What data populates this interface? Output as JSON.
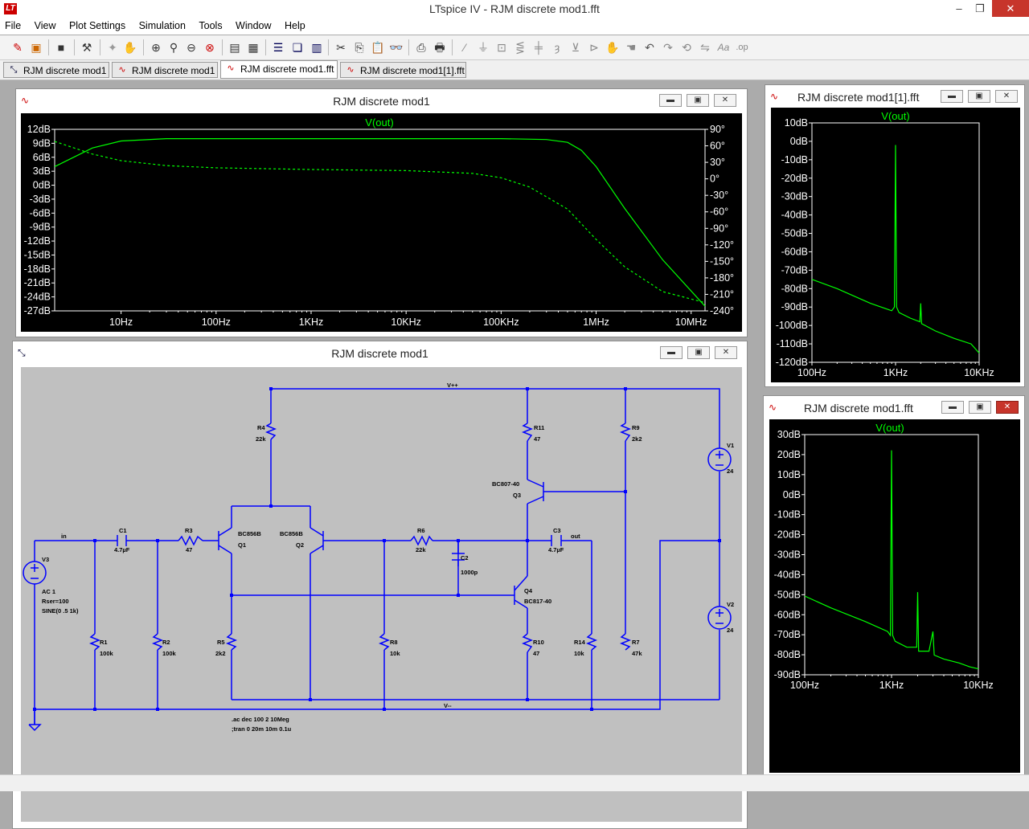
{
  "app": {
    "title": "LTspice IV - RJM discrete mod1.fft",
    "icon_text": "LT",
    "win_minimize": "–",
    "win_restore": "❐",
    "win_close": "✕"
  },
  "menu": [
    "File",
    "View",
    "Plot Settings",
    "Simulation",
    "Tools",
    "Window",
    "Help"
  ],
  "tabs": [
    {
      "label": "RJM discrete mod1",
      "icon": "schematic-icon"
    },
    {
      "label": "RJM discrete mod1",
      "icon": "waveform-icon"
    },
    {
      "label": "RJM discrete mod1.fft",
      "icon": "waveform-icon"
    },
    {
      "label": "RJM discrete mod1[1].fft",
      "icon": "waveform-icon"
    }
  ],
  "windows": {
    "ac_plot": {
      "title": "RJM discrete mod1",
      "trace": "V(out)",
      "chart_data": {
        "type": "line",
        "x_scale": "log",
        "x_ticks": [
          "10Hz",
          "100Hz",
          "1KHz",
          "10KHz",
          "100KHz",
          "1MHz",
          "10MHz"
        ],
        "y_ticks": [
          "12dB",
          "9dB",
          "6dB",
          "3dB",
          "0dB",
          "-3dB",
          "-6dB",
          "-9dB",
          "-12dB",
          "-15dB",
          "-18dB",
          "-21dB",
          "-24dB",
          "-27dB"
        ],
        "y2_ticks": [
          "90°",
          "60°",
          "30°",
          "0°",
          "-30°",
          "-60°",
          "-90°",
          "-120°",
          "-150°",
          "-180°",
          "-210°",
          "-240°"
        ],
        "ylim": [
          -27,
          12
        ],
        "y2lim": [
          -240,
          90
        ],
        "xlim_hz": [
          2,
          14000000
        ],
        "series": [
          {
            "name": "V(out)",
            "style": "solid",
            "color": "#00ff00",
            "x_hz": [
              2,
              5,
              10,
              30,
              100,
              1000,
              10000,
              100000,
              300000,
              500000,
              700000,
              1000000,
              2000000,
              5000000,
              14000000
            ],
            "y": [
              4,
              8,
              9.5,
              10,
              10,
              10,
              10,
              10,
              9.8,
              9.2,
              7.5,
              4,
              -5,
              -16,
              -26
            ]
          },
          {
            "name": "V(out) phase",
            "style": "dashed",
            "color": "#00ff00",
            "x_hz": [
              2,
              5,
              10,
              30,
              100,
              1000,
              10000,
              50000,
              100000,
              200000,
              500000,
              1000000,
              2000000,
              5000000,
              14000000
            ],
            "y": [
              68,
              45,
              33,
              24,
              20,
              17,
              15,
              10,
              2,
              -15,
              -55,
              -110,
              -160,
              -205,
              -225
            ]
          }
        ]
      }
    },
    "fft1": {
      "title": "RJM discrete mod1[1].fft",
      "trace": "V(out)",
      "chart_data": {
        "type": "line",
        "x_scale": "log",
        "x_ticks": [
          "100Hz",
          "1KHz",
          "10KHz"
        ],
        "y_ticks": [
          "10dB",
          "0dB",
          "-10dB",
          "-20dB",
          "-30dB",
          "-40dB",
          "-50dB",
          "-60dB",
          "-70dB",
          "-80dB",
          "-90dB",
          "-100dB",
          "-110dB",
          "-120dB"
        ],
        "ylim": [
          -120,
          10
        ],
        "xlim_hz": [
          100,
          10000
        ],
        "series": [
          {
            "name": "V(out)",
            "color": "#00ff00",
            "x_hz": [
              100,
              200,
              500,
              900,
              970,
              1000,
              1030,
              1100,
              1500,
              1950,
              2000,
              2050,
              3000,
              5000,
              8000,
              10000
            ],
            "y": [
              -75,
              -80,
              -88,
              -92,
              -90,
              -2,
              -90,
              -93,
              -96,
              -98,
              -88,
              -99,
              -103,
              -107,
              -110,
              -115
            ]
          }
        ]
      }
    },
    "fft2": {
      "title": "RJM discrete mod1.fft",
      "trace": "V(out)",
      "chart_data": {
        "type": "line",
        "x_scale": "log",
        "x_ticks": [
          "100Hz",
          "1KHz",
          "10KHz"
        ],
        "y_ticks": [
          "30dB",
          "20dB",
          "10dB",
          "0dB",
          "-10dB",
          "-20dB",
          "-30dB",
          "-40dB",
          "-50dB",
          "-60dB",
          "-70dB",
          "-80dB",
          "-90dB"
        ],
        "ylim": [
          -92,
          30
        ],
        "xlim_hz": [
          100,
          10000
        ],
        "series": [
          {
            "name": "V(out)",
            "color": "#00ff00",
            "x_hz": [
              100,
              200,
              500,
              900,
              970,
              1000,
              1030,
              1100,
              1500,
              1950,
              2000,
              2050,
              2700,
              3000,
              3100,
              4000,
              6000,
              8000,
              10000
            ],
            "y": [
              -52,
              -58,
              -65,
              -70,
              -72,
              22,
              -72,
              -75,
              -78,
              -78,
              -50,
              -80,
              -80,
              -70,
              -82,
              -84,
              -86,
              -88,
              -89
            ]
          }
        ]
      }
    },
    "schematic": {
      "title": "RJM discrete mod1",
      "labels": {
        "vpp": "V++",
        "vmm": "V--",
        "in": "in",
        "out": "out",
        "r4": "R4",
        "r4v": "22k",
        "r11": "R11",
        "r11v": "47",
        "r9": "R9",
        "r9v": "2k2",
        "q3": "Q3",
        "q3m": "BC807-40",
        "v1": "V1",
        "v1v": "24",
        "v3": "V3",
        "v3a": "AC 1",
        "v3b": "Rser=100",
        "v3c": "SINE(0 .5 1k)",
        "c1": "C1",
        "c1v": "4.7µF",
        "r3": "R3",
        "r3v": "47",
        "q1": "Q1",
        "q1m": "BC856B",
        "q2": "Q2",
        "q2m": "BC856B",
        "r6": "R6",
        "r6v": "22k",
        "c2": "C2",
        "c2v": "1000p",
        "c3": "C3",
        "c3v": "4.7µF",
        "q4": "Q4",
        "q4m": "BC817-40",
        "v2": "V2",
        "v2v": "24",
        "r1": "R1",
        "r1v": "100k",
        "r2": "R2",
        "r2v": "100k",
        "r5": "R5",
        "r5v": "2k2",
        "r8": "R8",
        "r8v": "10k",
        "r10": "R10",
        "r10v": "47",
        "r14": "R14",
        "r14v": "10k",
        "r7": "R7",
        "r7v": "47k",
        "dir1": ".ac dec 100 2 10Meg",
        "dir2": ";tran 0 20m 10m 0.1u"
      }
    }
  },
  "colors": {
    "trace": "#00ff00",
    "wire": "#0000ff",
    "schematic_bg": "#c0c0c0",
    "plot_bg": "#000000",
    "axis_text": "#ffffff"
  }
}
